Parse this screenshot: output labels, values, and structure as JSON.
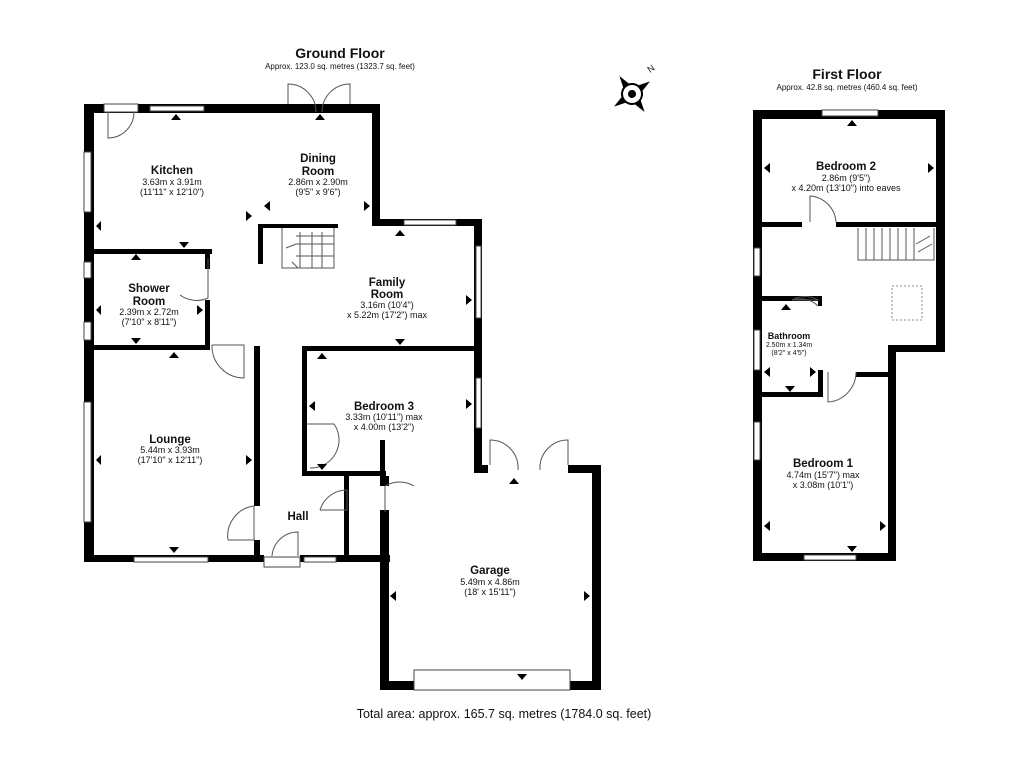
{
  "ground_floor": {
    "title": "Ground Floor",
    "area": "Approx. 123.0 sq. metres (1323.7 sq. feet)",
    "rooms": {
      "kitchen": {
        "name": "Kitchen",
        "dim1": "3.63m x 3.91m",
        "dim2": "(11'11\" x 12'10\")"
      },
      "dining": {
        "name1": "Dining",
        "name2": "Room",
        "dim1": "2.86m x 2.90m",
        "dim2": "(9'5\" x 9'6\")"
      },
      "shower": {
        "name1": "Shower",
        "name2": "Room",
        "dim1": "2.39m x 2.72m",
        "dim2": "(7'10\" x 8'11\")"
      },
      "family": {
        "name1": "Family",
        "name2": "Room",
        "dim1": "3.16m (10'4\")",
        "dim2": "x 5.22m (17'2\") max"
      },
      "bedroom3": {
        "name": "Bedroom 3",
        "dim1": "3.33m (10'11\") max",
        "dim2": "x 4.00m (13'2\")"
      },
      "lounge": {
        "name": "Lounge",
        "dim1": "5.44m x 3.93m",
        "dim2": "(17'10\" x 12'11\")"
      },
      "hall": {
        "name": "Hall"
      },
      "garage": {
        "name": "Garage",
        "dim1": "5.49m x 4.86m",
        "dim2": "(18' x 15'11\")"
      }
    }
  },
  "first_floor": {
    "title": "First Floor",
    "area": "Approx. 42.8 sq. metres (460.4 sq. feet)",
    "rooms": {
      "bedroom2": {
        "name": "Bedroom 2",
        "dim1": "2.86m (9'5\")",
        "dim2": "x 4.20m (13'10\") into eaves"
      },
      "bathroom": {
        "name": "Bathroom",
        "dim1": "2.50m x 1.34m",
        "dim2": "(8'2\" x 4'5\")"
      },
      "bedroom1": {
        "name": "Bedroom 1",
        "dim1": "4.74m (15'7\") max",
        "dim2": "x 3.08m (10'1\")"
      }
    }
  },
  "compass": {
    "label": "N",
    "icon": "compass-icon"
  },
  "total_area": "Total area: approx. 165.7 sq. metres (1784.0 sq. feet)"
}
